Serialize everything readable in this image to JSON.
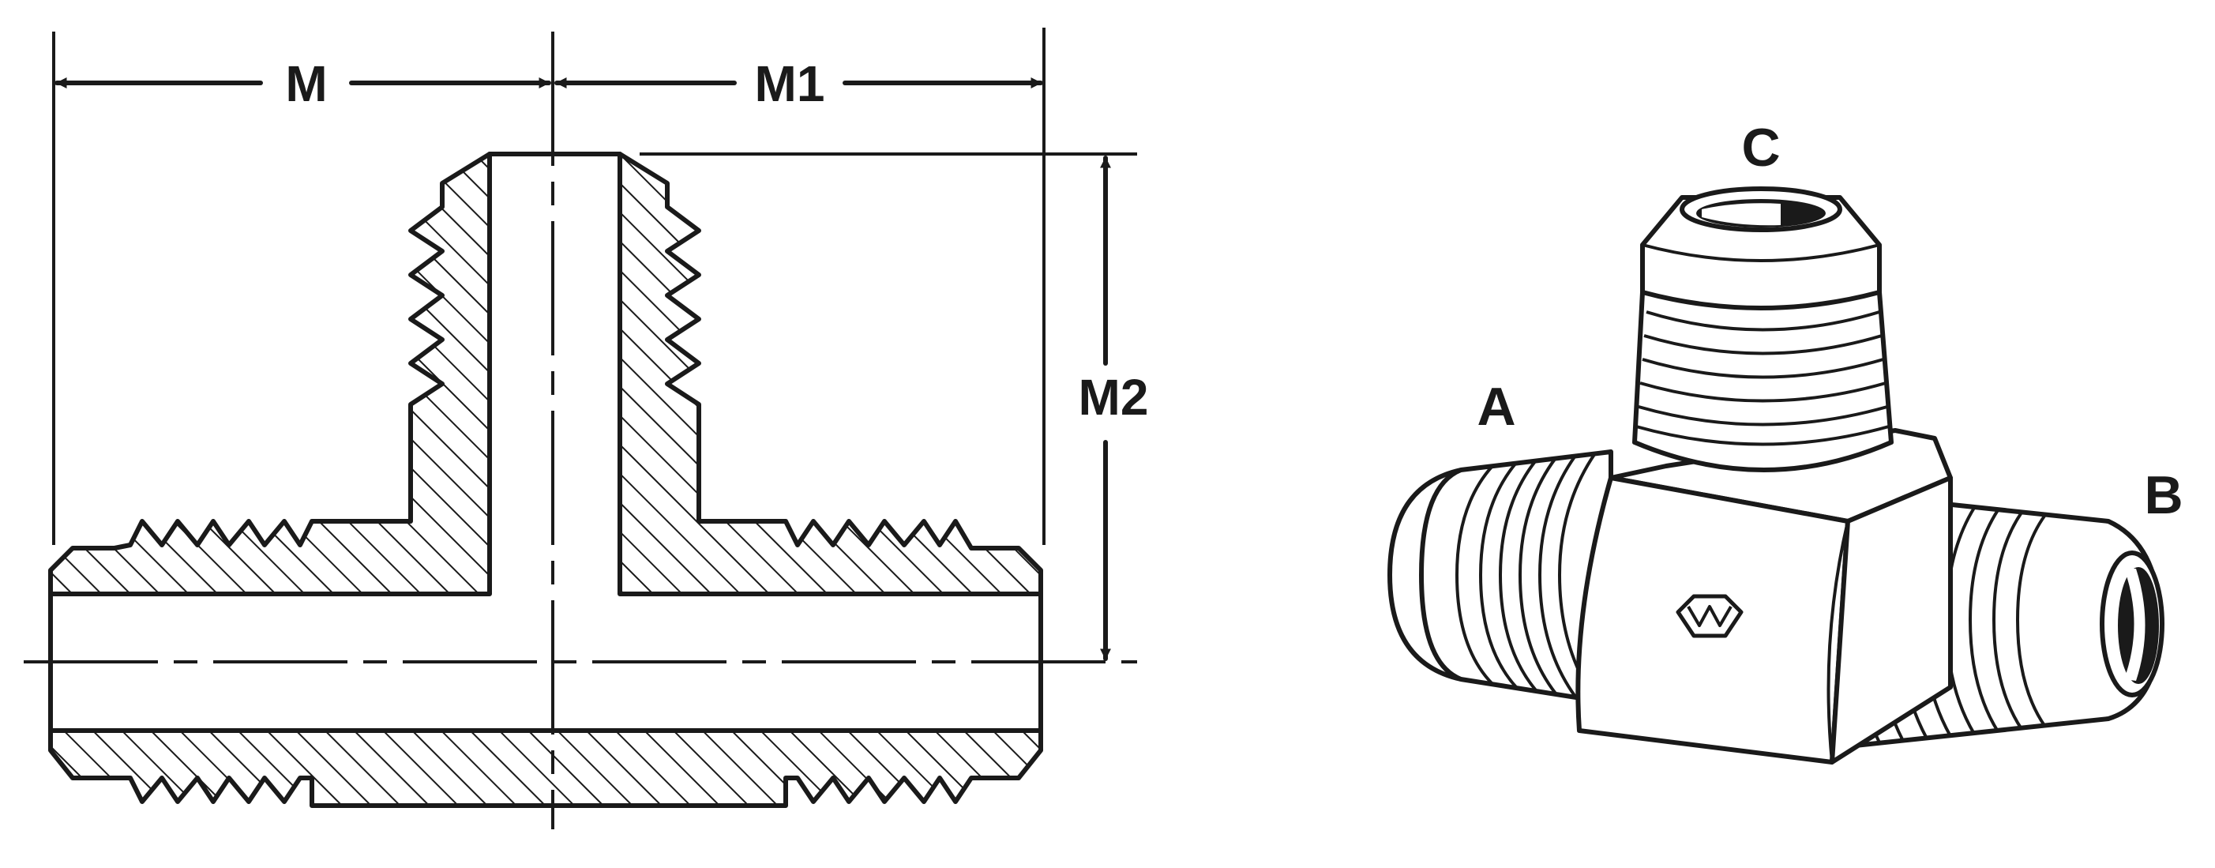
{
  "dimensions": {
    "m": "M",
    "m1": "M1",
    "m2": "M2"
  },
  "ports": {
    "a": "A",
    "b": "B",
    "c": "C"
  },
  "colors": {
    "ink": "#1a1a1a",
    "paper": "#ffffff"
  }
}
